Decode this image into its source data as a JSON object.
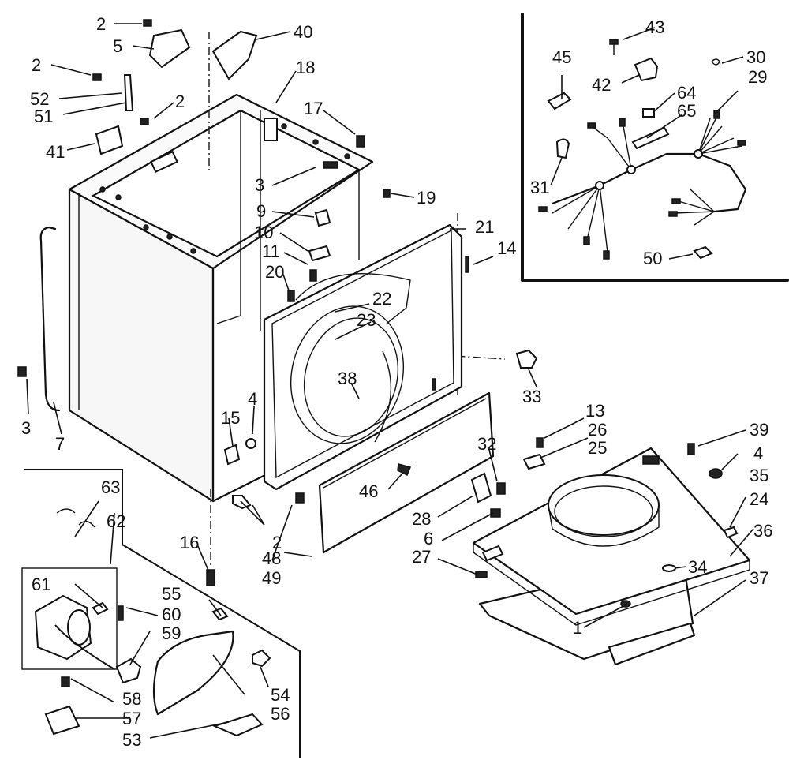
{
  "labels": {
    "l2a": "2",
    "l5": "5",
    "l40": "40",
    "l2b": "2",
    "l18": "18",
    "l52": "52",
    "l2c": "2",
    "l51": "51",
    "l17": "17",
    "l41": "41",
    "l3a": "3",
    "l19": "19",
    "l9": "9",
    "l10": "10",
    "l11": "11",
    "l21": "21",
    "l14": "14",
    "l20": "20",
    "l22": "22",
    "l23": "23",
    "l38": "38",
    "l33": "33",
    "l3b": "3",
    "l7": "7",
    "l4a": "4",
    "l15": "15",
    "l46": "46",
    "l13": "13",
    "l26": "26",
    "l25": "25",
    "l39": "39",
    "l32": "32",
    "l4b": "4",
    "l35": "35",
    "l28": "28",
    "l24": "24",
    "l6": "6",
    "l36": "36",
    "l27": "27",
    "l34": "34",
    "l37": "37",
    "l1": "1",
    "l63": "63",
    "l62": "62",
    "l2d": "2",
    "l48": "48",
    "l49": "49",
    "l16": "16",
    "l61": "61",
    "l55": "55",
    "l60": "60",
    "l59": "59",
    "l58": "58",
    "l57": "57",
    "l53": "53",
    "l54": "54",
    "l56": "56",
    "l43": "43",
    "l30": "30",
    "l45": "45",
    "l42": "42",
    "l29": "29",
    "l64": "64",
    "l65": "65",
    "l31": "31",
    "l50": "50"
  },
  "colors": {
    "ink": "#111111",
    "paper": "#ffffff"
  }
}
